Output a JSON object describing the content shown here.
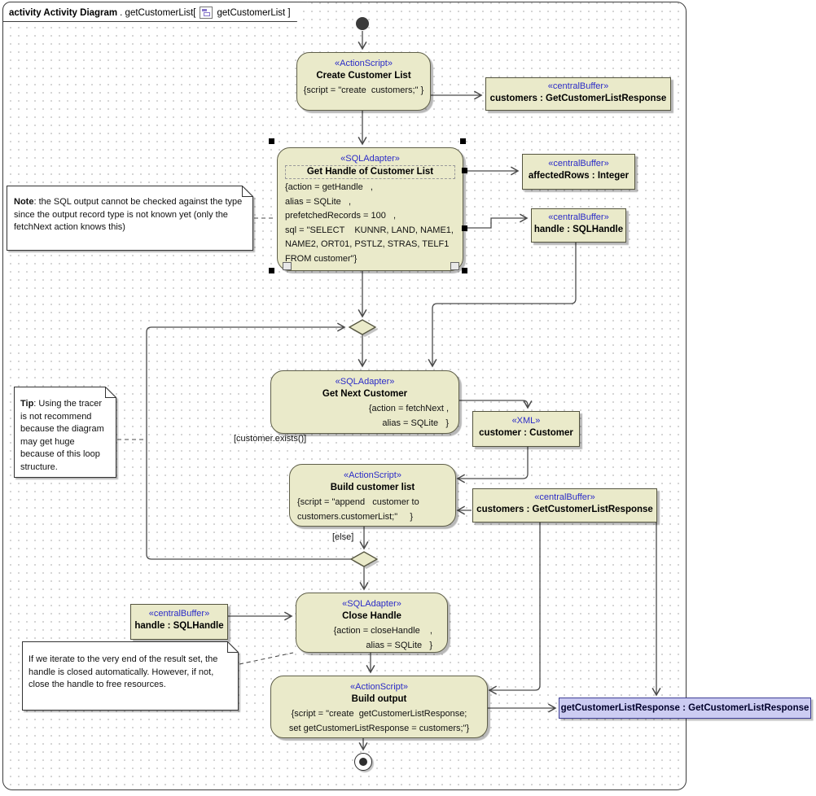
{
  "tab": {
    "keyword_bold": "activity Activity Diagram",
    "middle": ". getCustomerList[",
    "param": "getCustomerList ]"
  },
  "colors": {
    "node_fill": "#eaeaca",
    "node_border": "#5f5f49",
    "stereotype_blue": "#2b2bc8",
    "output_param_fill": "#ccccf2",
    "output_param_border": "#3d3d96",
    "edge": "#4a4a4a"
  },
  "nodes": {
    "create_customer_list": {
      "stereotype": "«ActionScript»",
      "name": "Create Customer List",
      "script": "{script = \"create  customers;\" }"
    },
    "customers_buffer_top": {
      "stereotype": "«centralBuffer»",
      "label": "customers : GetCustomerListResponse"
    },
    "get_handle": {
      "stereotype": "«SQLAdapter»",
      "name": "Get Handle of Customer List",
      "properties": "{action = getHandle   ,\nalias = SQLite   ,\nprefetchedRecords = 100   ,\nsql = \"SELECT    KUNNR, LAND, NAME1,\nNAME2, ORT01, PSTLZ, STRAS, TELF1\nFROM customer\"}"
    },
    "affected_rows_buffer": {
      "stereotype": "«centralBuffer»",
      "label": "affectedRows : Integer"
    },
    "handle_buffer_right": {
      "stereotype": "«centralBuffer»",
      "label": "handle : SQLHandle"
    },
    "get_next_customer": {
      "stereotype": "«SQLAdapter»",
      "name": "Get Next Customer",
      "properties": "{action = fetchNext ,\nalias = SQLite   }"
    },
    "customer_xml": {
      "stereotype": "«XML»",
      "label": "customer : Customer"
    },
    "build_customer_list": {
      "stereotype": "«ActionScript»",
      "name": "Build customer list",
      "script": "{script = \"append   customer to\ncustomers.customerList;\"     }"
    },
    "customers_buffer_mid": {
      "stereotype": "«centralBuffer»",
      "label": "customers : GetCustomerListResponse"
    },
    "close_handle": {
      "stereotype": "«SQLAdapter»",
      "name": "Close Handle",
      "properties": "{action = closeHandle    ,\nalias = SQLite   }"
    },
    "handle_buffer_left": {
      "stereotype": "«centralBuffer»",
      "label": "handle : SQLHandle"
    },
    "build_output": {
      "stereotype": "«ActionScript»",
      "name": "Build output",
      "script": "{script = \"create  getCustomerListResponse;\nset getCustomerListResponse = customers;\"}"
    },
    "output_parameter": {
      "label": "getCustomerListResponse : GetCustomerListResponse"
    }
  },
  "notes": {
    "sql_note": {
      "bold": "Note",
      "text": ": the SQL output cannot be checked against the type\nsince the output record type is not known yet (only the\nfetchNext action knows this)"
    },
    "tip_note": {
      "bold": "Tip",
      "text": ": Using the tracer\nis not recommend\nbecause the diagram\nmay get huge\nbecause of this loop\nstructure."
    },
    "close_note": {
      "text": "If we iterate to the very end of the result set, the\nhandle is closed automatically. However, if not,\nclose the handle to free resources."
    }
  },
  "guards": {
    "exists": "[customer.exists()]",
    "else_label": "[else]"
  }
}
